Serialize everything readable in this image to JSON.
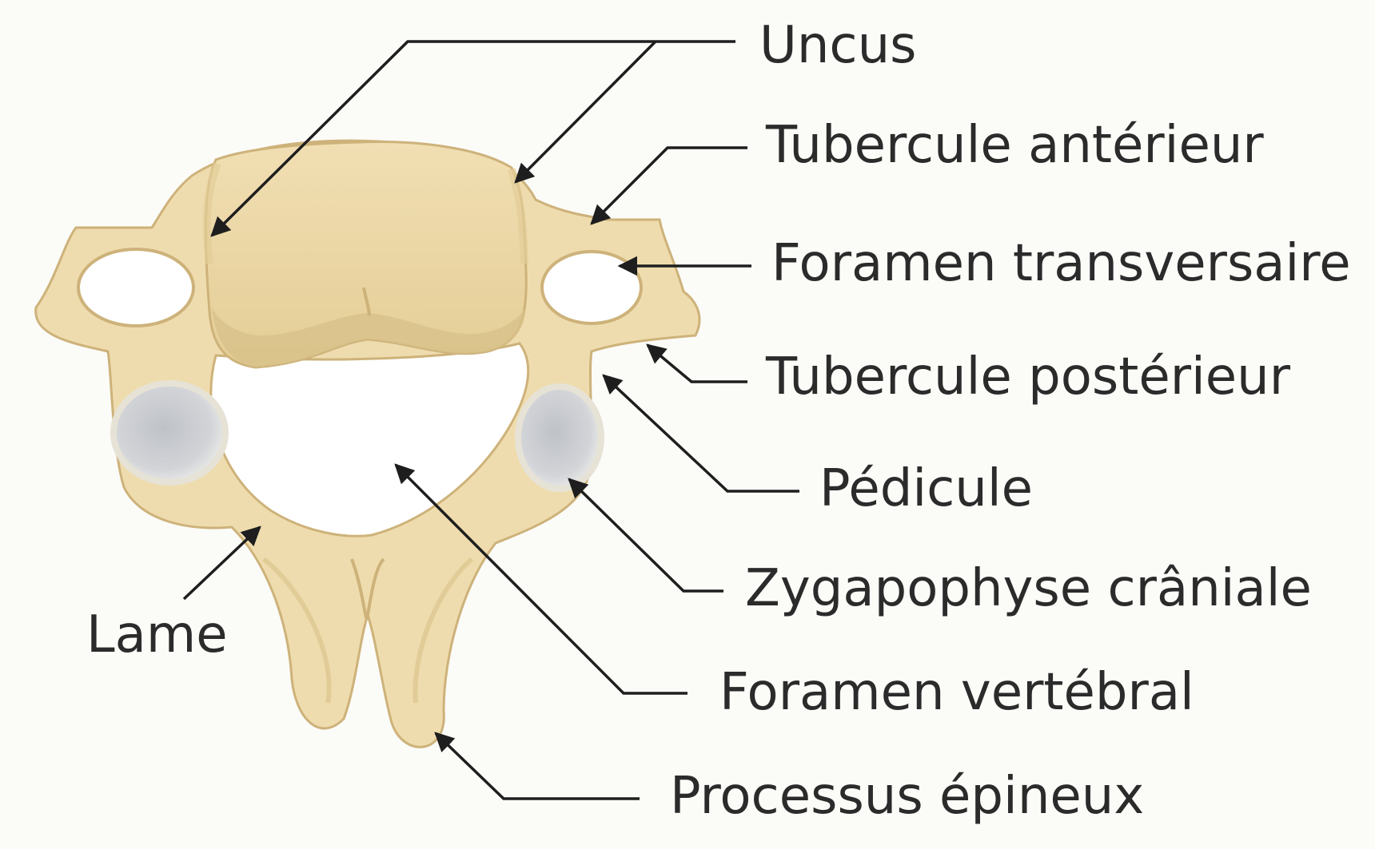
{
  "diagram": {
    "colors": {
      "bone": "#efdcae",
      "bone_shadow": "#d8c08a",
      "bone_outline": "#cdb27a",
      "cartilage": "#c9ccd1",
      "cartilage_rim": "#e6e2d6",
      "foramen": "#ffffff",
      "leader": "#1e1e1e",
      "text": "#2b2b2b",
      "background": "#fbfbf8"
    },
    "labels": {
      "uncus": "Uncus",
      "tubercule_anterieur": "Tubercule antérieur",
      "foramen_transversaire": "Foramen transversaire",
      "tubercule_posterieur": "Tubercule postérieur",
      "pedicule": "Pédicule",
      "zygapophyse_craniale": "Zygapophyse crâniale",
      "foramen_vertebral": "Foramen vertébral",
      "lame": "Lame",
      "processus_epineux": "Processus épineux"
    }
  }
}
